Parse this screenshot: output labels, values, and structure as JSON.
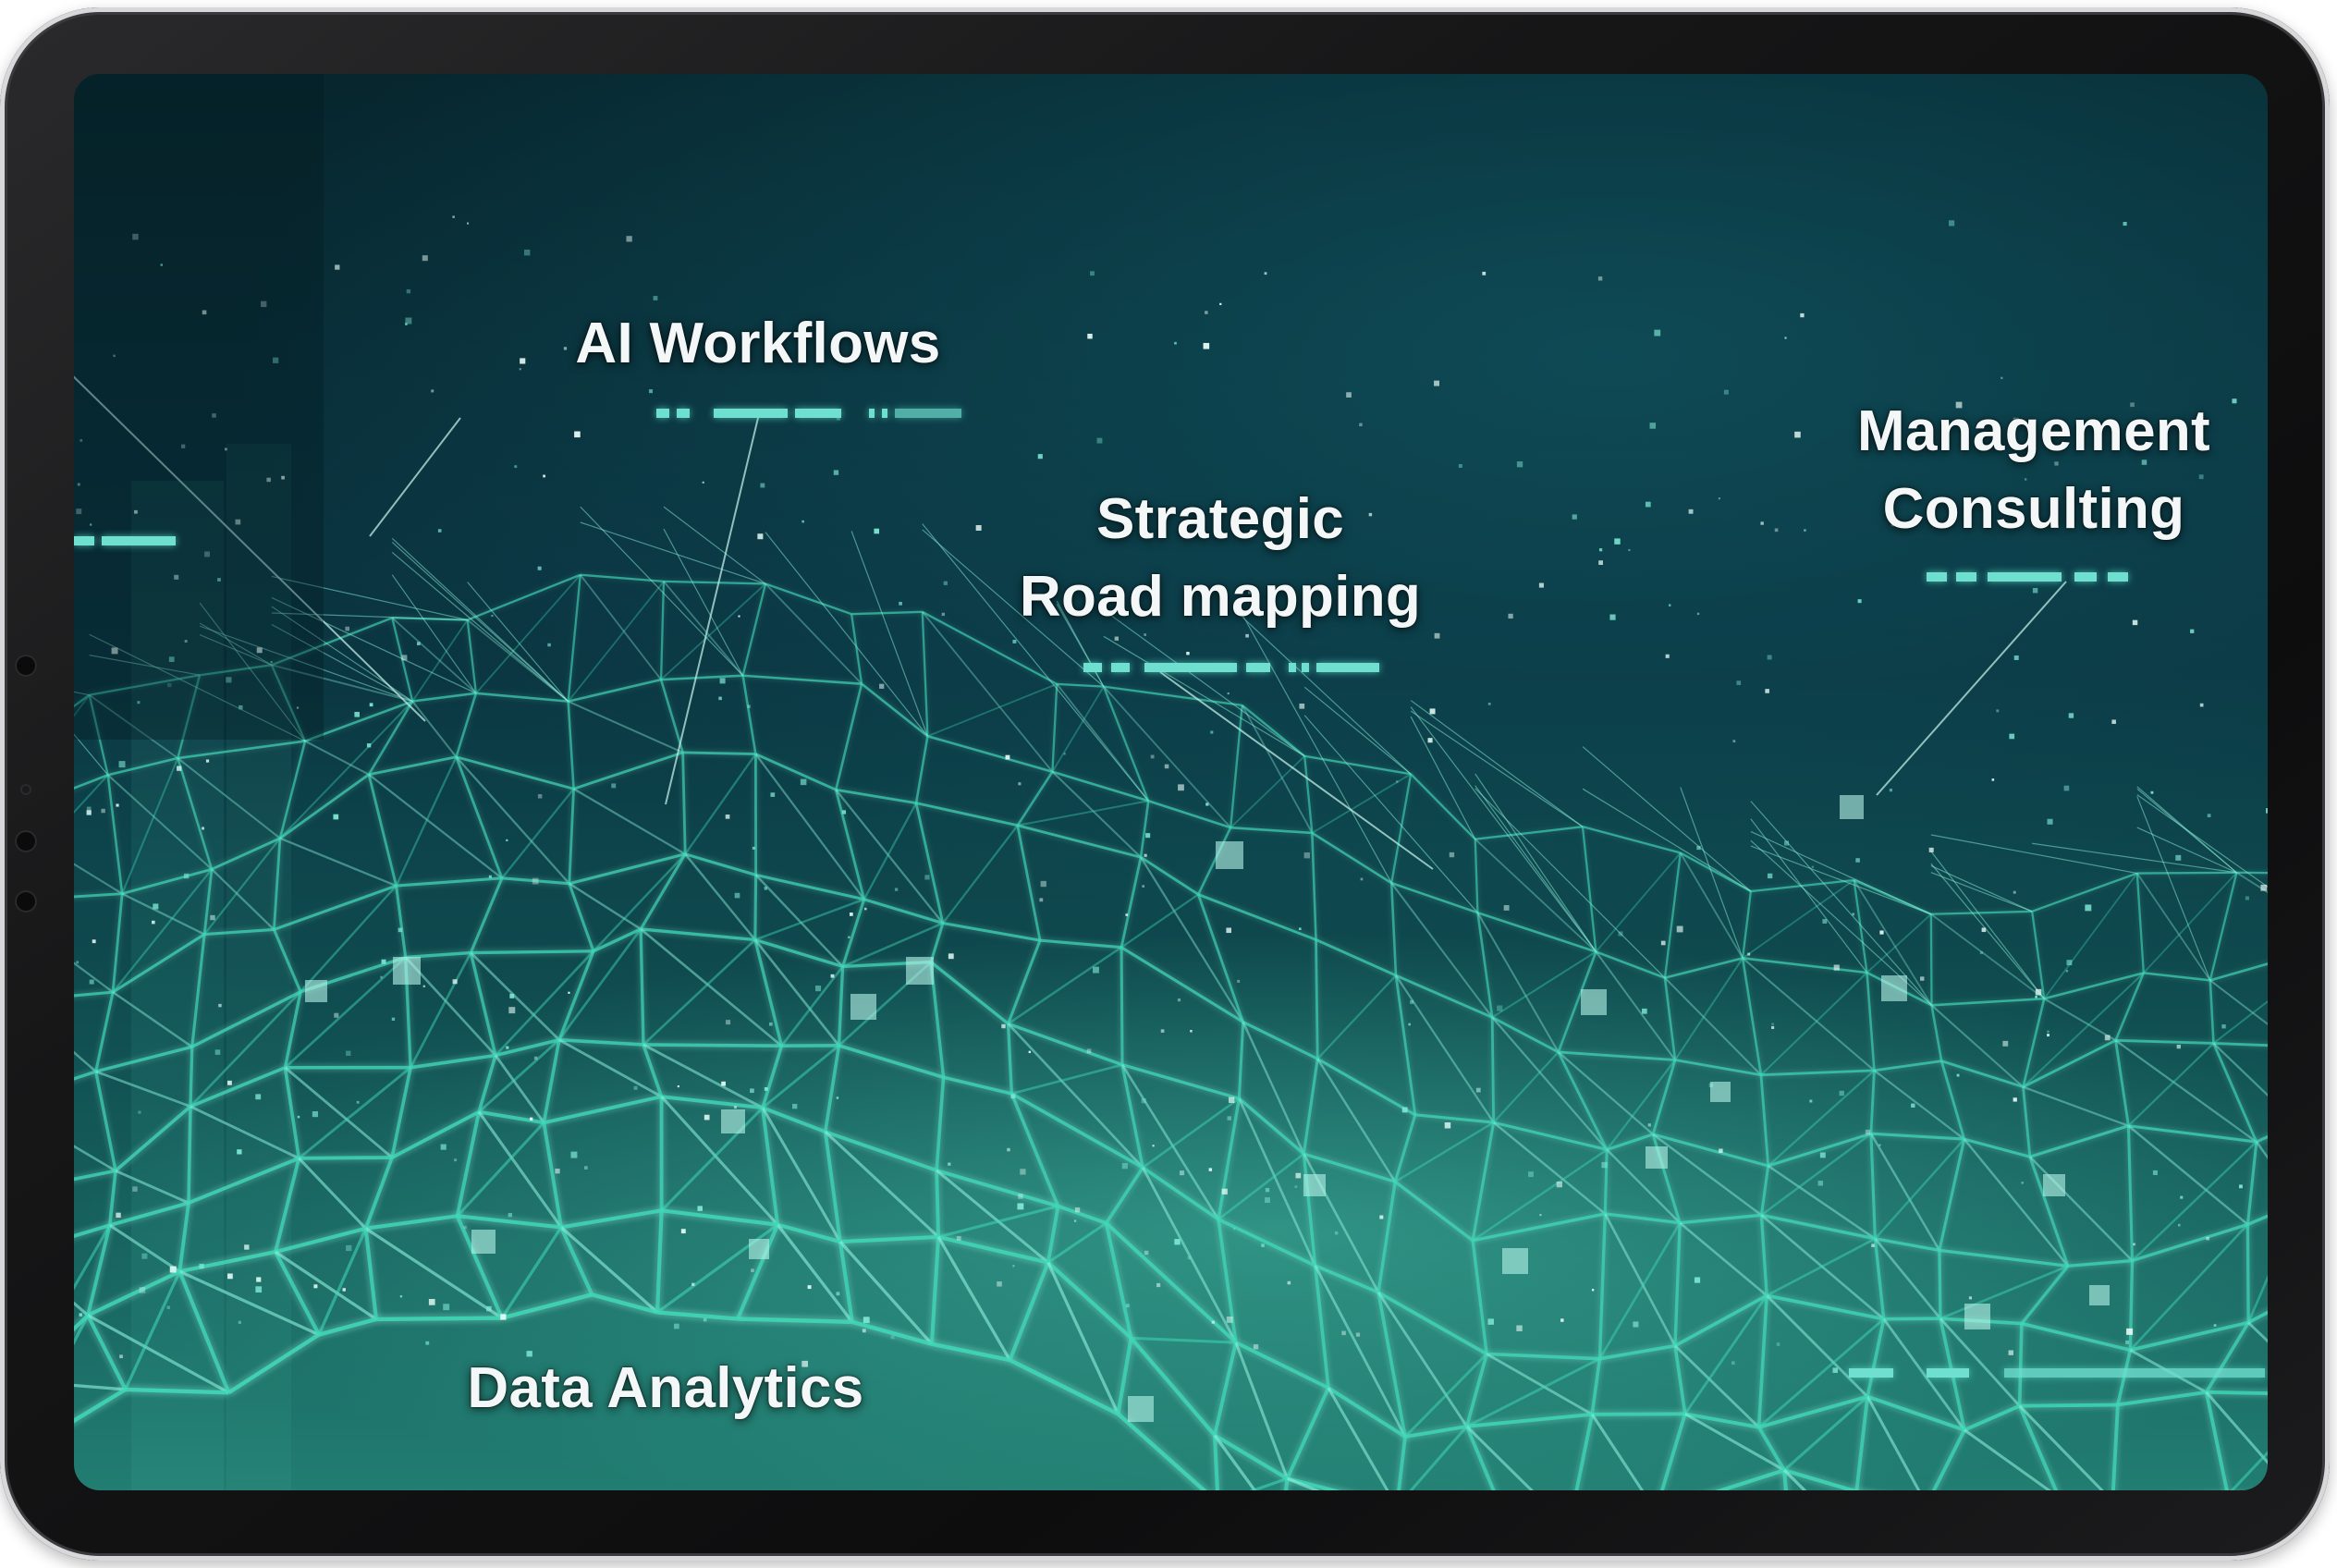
{
  "labels": {
    "ai_workflows": "AI Workflows",
    "strategic_road_mapping": [
      "Strategic",
      "Road mapping"
    ],
    "management_consulting": [
      "Management",
      "Consulting"
    ],
    "data_analytics": "Data Analytics"
  },
  "colors": {
    "background_dark": "#07262e",
    "background_mid": "#0b3a44",
    "mesh": "#3fd9b8",
    "mesh_light": "#8cf2dc",
    "label_text": "#f4f7f7",
    "frame": "#161617"
  }
}
